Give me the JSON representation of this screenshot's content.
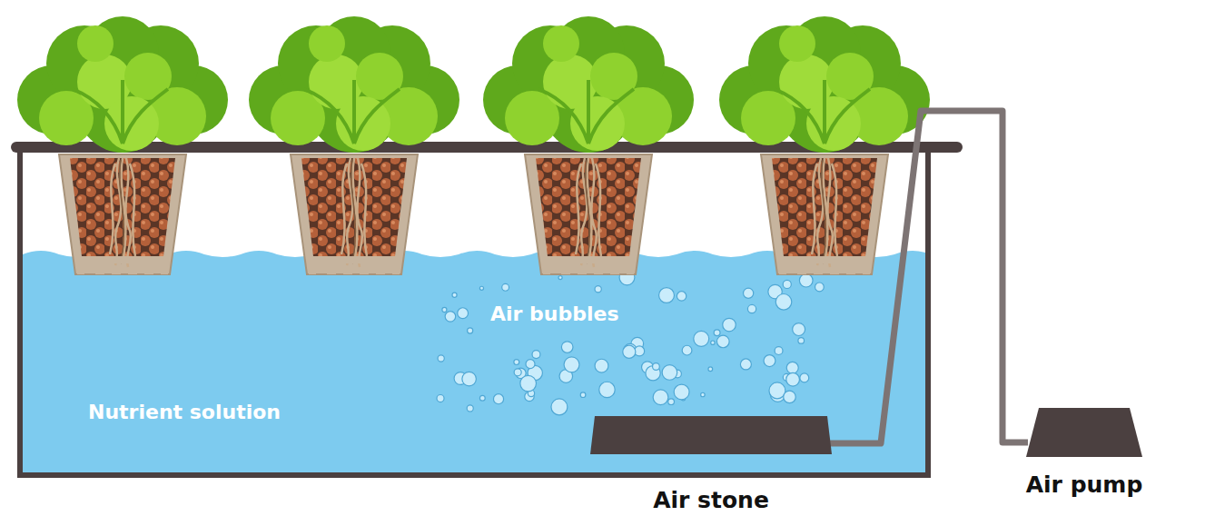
{
  "diagram": {
    "nodes": [
      {
        "text": [
          "Air stone"
        ]
      },
      {
        "text": [
          "Air pump"
        ]
      }
    ],
    "edges": [
      {
        "from": 1,
        "to": 0,
        "arrow": "none"
      }
    ],
    "labels": [
      "Air bubbles",
      "Nutrient solution"
    ]
  }
}
